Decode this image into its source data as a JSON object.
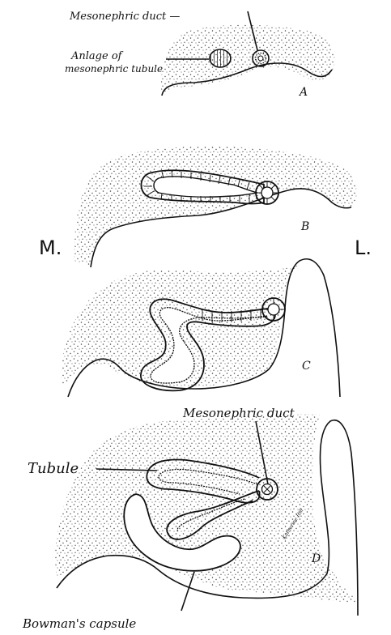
{
  "figure": {
    "panels": [
      {
        "letter": "A"
      },
      {
        "letter": "B"
      },
      {
        "letter": "C"
      },
      {
        "letter": "D"
      }
    ],
    "side_labels": {
      "medial": "M.",
      "lateral": "L."
    },
    "labels": {
      "mesonephric_duct_top": "Mesonephric duct —",
      "anlage_line1": "Anlage of",
      "anlage_line2": "mesonephric tubule",
      "mesonephric_duct_d": "Mesonephric duct",
      "tubule": "Tubule",
      "bowmans_capsule": "Bowman's capsule",
      "signature": "Katherine Hill"
    },
    "colors": {
      "ink": "#111111",
      "stipple": "#444444",
      "background": "#ffffff"
    }
  }
}
